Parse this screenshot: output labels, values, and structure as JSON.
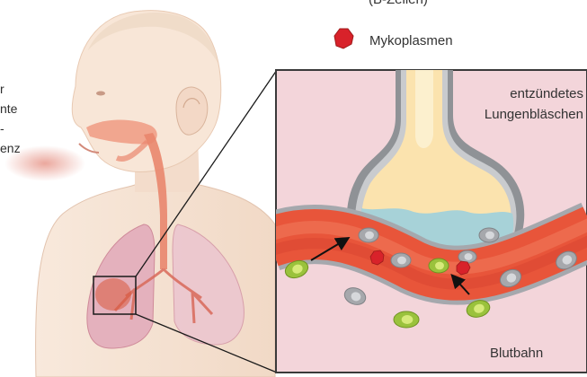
{
  "labels": {
    "left_fragments": [
      "r",
      "nte",
      "-",
      "enz"
    ],
    "top_partial": "(B-Zellen)",
    "mycoplasma": "Mykoplasmen",
    "alveolus_line1": "entzündetes",
    "alveolus_line2": "Lungenbläschen",
    "bloodstream": "Blutbahn"
  },
  "icons": {
    "mycoplasma_legend": "mycoplasma-icon",
    "arrows": "arrow-icon"
  },
  "colors": {
    "panel_bg": "#f3d5da",
    "vessel_red": "#e8553a",
    "vessel_wall": "#9b9ea3",
    "cell_green": "#9ac23c",
    "cell_gray": "#a6a8ac",
    "mycoplasma_red": "#d8222a",
    "fluid_blue": "#a9d4db",
    "mucus_yellow": "#fbe4b0",
    "skin": "#f7e6d8",
    "lung_pink": "#e3b4bf"
  }
}
